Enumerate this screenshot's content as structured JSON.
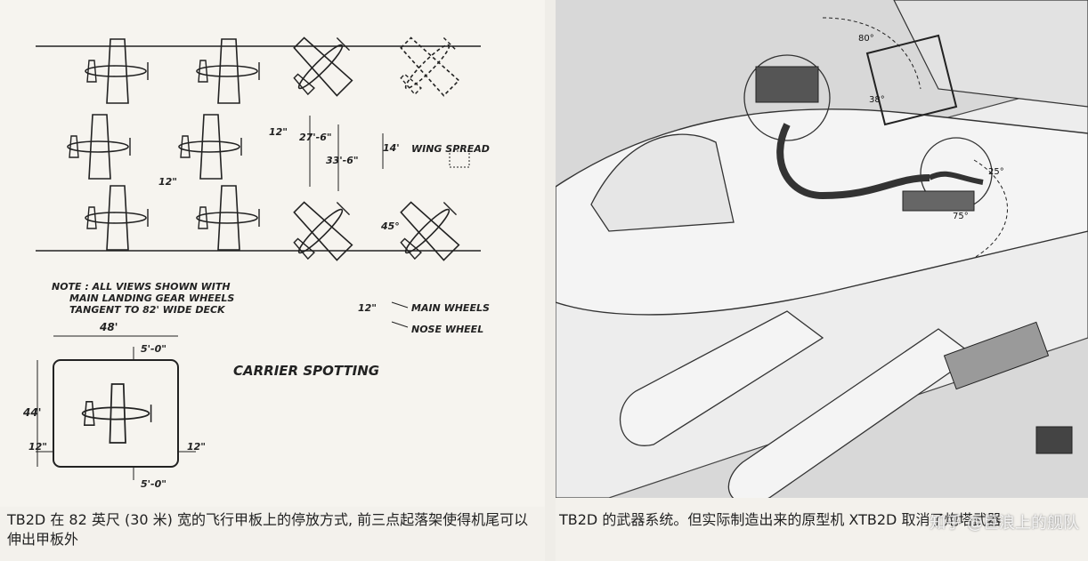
{
  "left_drawing": {
    "labels": {
      "gap_12_a": "12\"",
      "gap_12_b": "12\"",
      "dim_27_6": "27'-6\"",
      "dim_33_6": "33'-6\"",
      "dim_14": "14'",
      "wing_spread": "WING SPREAD",
      "angle_45": "45°",
      "gap_12_c": "12\"",
      "note_line1": "NOTE : ALL VIEWS SHOWN WITH",
      "note_line2": "MAIN LANDING GEAR WHEELS",
      "note_line3": "TANGENT TO 82' WIDE DECK",
      "main_wheels": "MAIN WHEELS",
      "nose_wheel": "NOSE WHEEL",
      "carrier_spotting": "CARRIER SPOTTING",
      "elev_48": "48'",
      "elev_44": "44'",
      "dim_5_0_top": "5'-0\"",
      "dim_5_0_bottom": "5'-0\"",
      "dim_12_left": "12\"",
      "dim_12_right": "12\""
    }
  },
  "right_drawing": {
    "labels": {
      "angle_80": "80°",
      "angle_38": "38°",
      "angle_25": "25°",
      "angle_75": "75°"
    }
  },
  "captions": {
    "left": "TB2D 在 82 英尺 (30 米) 宽的飞行甲板上的停放方式, 前三点起落架使得机尾可以伸出甲板外",
    "right": "TB2D 的武器系统。但实际制造出来的原型机 XTB2D 取消了炮塔武器",
    "watermark": "知乎 @巨浪上的舰队"
  }
}
